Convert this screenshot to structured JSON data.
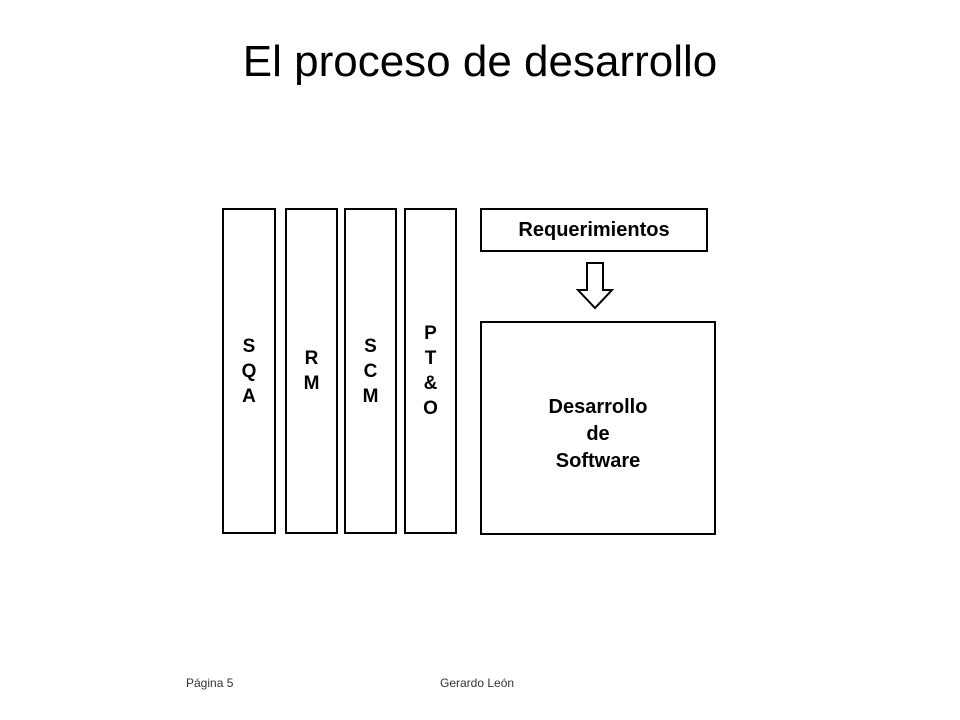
{
  "title": "El proceso de desarrollo",
  "columns": [
    {
      "id": "sqa",
      "text": "S\nQ\nA"
    },
    {
      "id": "rm",
      "text": "R\nM"
    },
    {
      "id": "scm",
      "text": "S\nC\nM"
    },
    {
      "id": "pto",
      "text": "P\nT\n&\nO"
    }
  ],
  "requirements_label": "Requerimientos",
  "development_label": "Desarrollo\nde\nSoftware",
  "footer": {
    "page": "Página 5",
    "author": "Gerardo León"
  },
  "icons": {
    "flow_arrow": "down-arrow-icon"
  },
  "colors": {
    "stroke": "#000000",
    "background": "#ffffff"
  }
}
